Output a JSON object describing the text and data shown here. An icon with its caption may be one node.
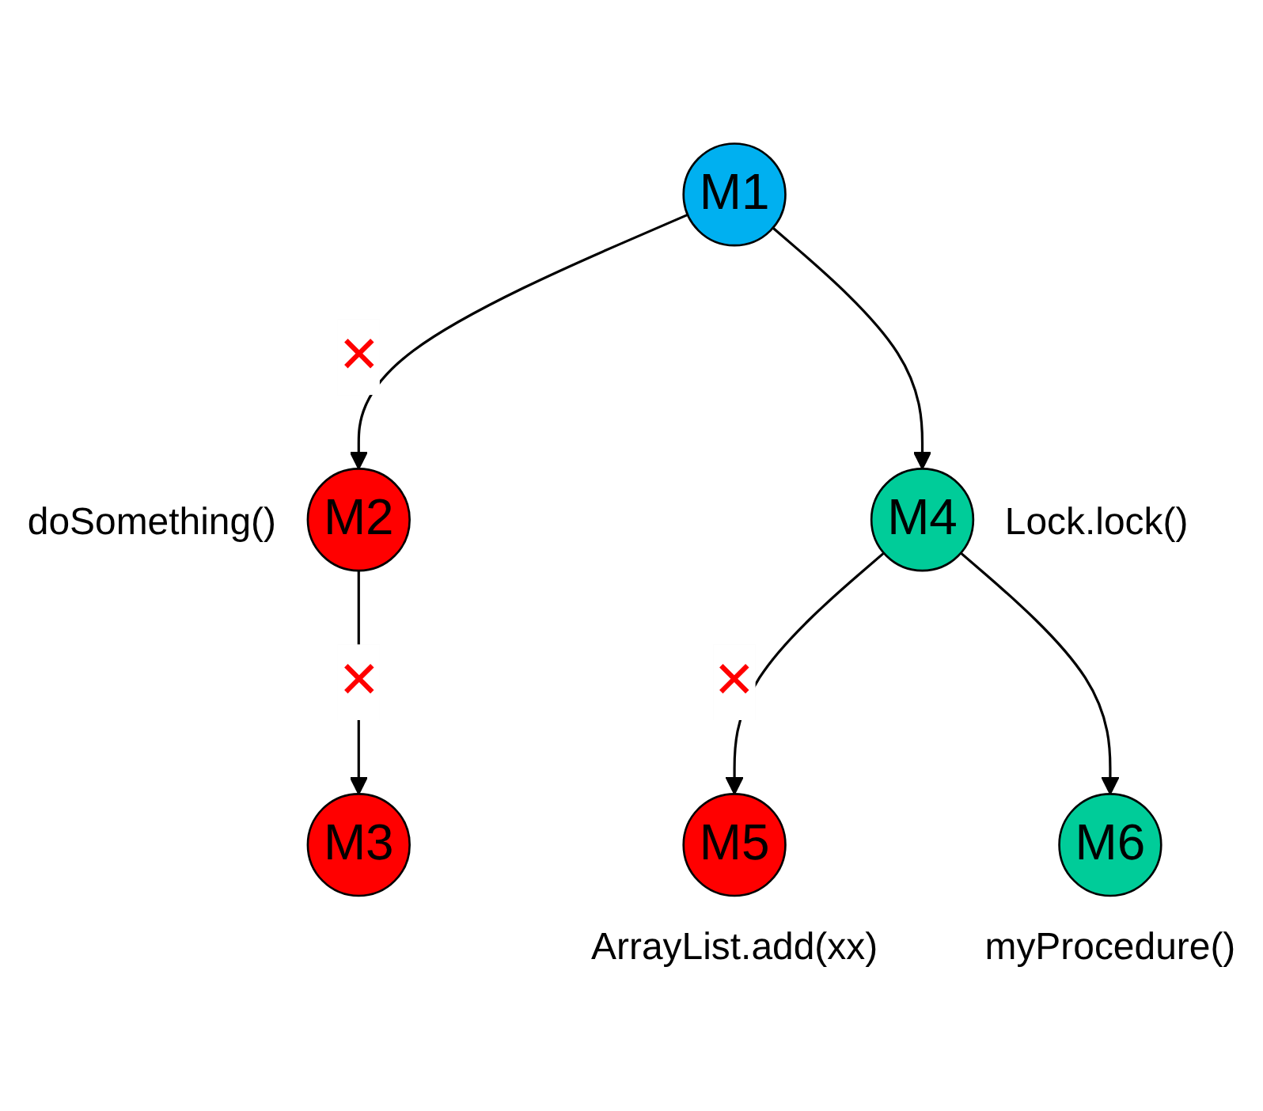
{
  "diagram": {
    "nodes": [
      {
        "text": [
          "M1"
        ]
      },
      {
        "text": [
          "M2"
        ],
        "beside": [
          "doSomething()"
        ]
      },
      {
        "text": [
          "M4"
        ],
        "beside": [
          "Lock.lock()"
        ]
      },
      {
        "text": [
          "M3"
        ]
      },
      {
        "text": [
          "M5"
        ],
        "beside": [
          "ArrayList.add(xx)"
        ]
      },
      {
        "text": [
          "M6"
        ],
        "beside": [
          "myProcedure()"
        ]
      }
    ],
    "edges": [
      {
        "from": 0,
        "to": 1,
        "arrow": "to",
        "label": "✕"
      },
      {
        "from": 0,
        "to": 2,
        "arrow": "to"
      },
      {
        "from": 1,
        "to": 3,
        "arrow": "to",
        "label": "✕"
      },
      {
        "from": 2,
        "to": 4,
        "arrow": "to",
        "label": "✕"
      },
      {
        "from": 2,
        "to": 5,
        "arrow": "to"
      }
    ]
  }
}
